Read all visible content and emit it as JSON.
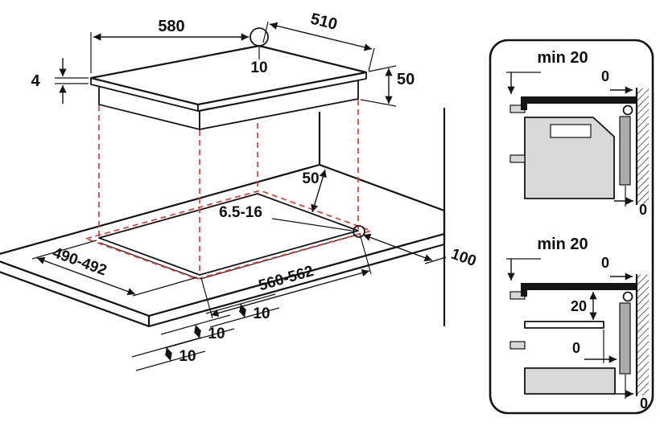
{
  "colors": {
    "line": "#141414",
    "projection_red": "#e8392f",
    "cabinet_gray": "#d9d9d9",
    "spacer_gray": "#ababab"
  },
  "iso_view": {
    "dim_width": "580",
    "dim_depth": "510",
    "dim_hole": "10",
    "dim_glass": "4",
    "dim_height": "50",
    "dim_rear": "50",
    "dim_thickness": "6.5-16",
    "dim_cut_depth": "490-492",
    "dim_cut_width": "560-562",
    "dim_front": "100",
    "dim_overhang_a": "10",
    "dim_overhang_b": "10",
    "dim_overhang_c": "10"
  },
  "detail_flush": {
    "min_clearance": "min 20",
    "wall_gap_top": "0",
    "wall_gap_bottom": "0"
  },
  "detail_shelf": {
    "min_clearance": "min 20",
    "wall_gap_top": "0",
    "shelf_clearance": "20",
    "shelf_gap": "0",
    "wall_gap_bottom": "0"
  }
}
